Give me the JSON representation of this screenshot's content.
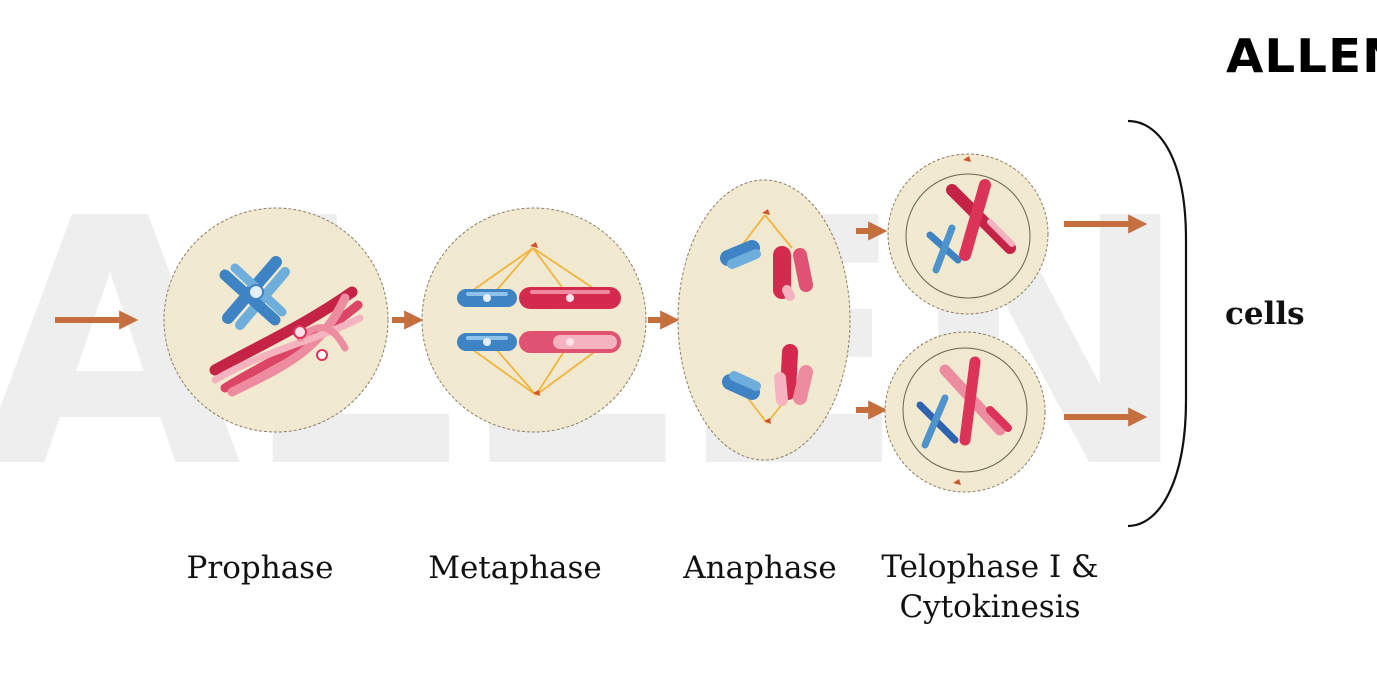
{
  "logo": {
    "text": "ALLEN"
  },
  "watermark": {
    "text": "ALLEN"
  },
  "result_label": "cells",
  "stages": [
    {
      "label": "Prophase"
    },
    {
      "label": "Metaphase"
    },
    {
      "label": "Anaphase"
    },
    {
      "label_line1": "Telophase I &",
      "label_line2": "Cytokinesis"
    }
  ],
  "colors": {
    "cell_fill": "#f1e7cd",
    "cell_outline": "#8a7f66",
    "arrow": "#c66f3e",
    "chromosome_blue": "#4f93cc",
    "chromosome_red": "#dc3358",
    "chromosome_pink": "#ee8c9f",
    "spindle": "#f1b43c",
    "watermark": "#eeeeee"
  }
}
